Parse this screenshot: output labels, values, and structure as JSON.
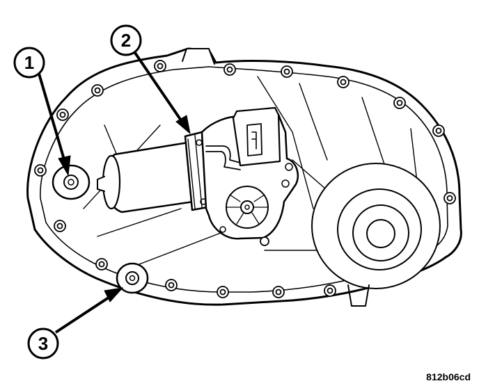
{
  "callouts": [
    {
      "label": "1",
      "target": "upper-left-mounting-bolt"
    },
    {
      "label": "2",
      "target": "shift-motor"
    },
    {
      "label": "3",
      "target": "lower-left-mounting-bolt"
    }
  ],
  "figure_id": "812b06cd"
}
